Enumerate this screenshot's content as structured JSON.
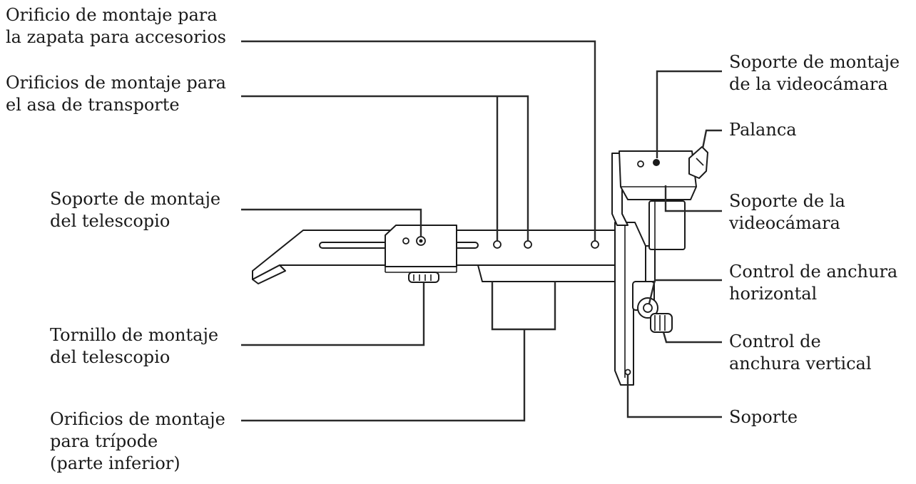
{
  "labels": {
    "accessory_shoe_hole": [
      "Orificio de montaje para",
      "la zapata para accesorios"
    ],
    "carry_handle_holes": [
      "Orificios de montaje para",
      "el asa de transporte"
    ],
    "telescope_mount": [
      "Soporte de montaje",
      "del telescopio"
    ],
    "telescope_screw": [
      "Tornillo de montaje",
      "del telescopio"
    ],
    "tripod_holes": [
      "Orificios de montaje",
      "para trípode",
      "(parte inferior)"
    ],
    "camcorder_mount": [
      "Soporte de montaje",
      "de la videocámara"
    ],
    "lever": [
      "Palanca"
    ],
    "camcorder_support": [
      "Soporte de la",
      "videocámara"
    ],
    "horizontal_width": [
      "Control de anchura",
      "horizontal"
    ],
    "vertical_width": [
      "Control de",
      "anchura vertical"
    ],
    "bracket": [
      "Soporte"
    ]
  }
}
